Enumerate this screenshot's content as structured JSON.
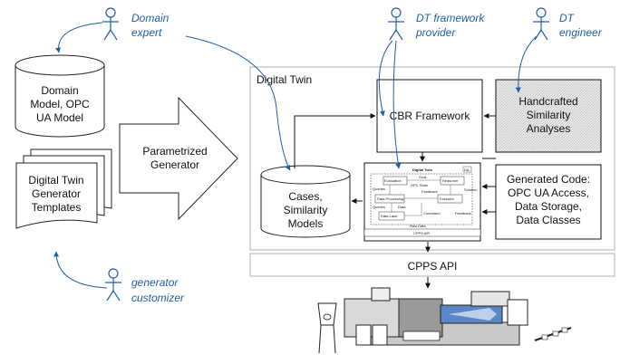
{
  "roles": {
    "domain_expert": [
      "Domain",
      "expert"
    ],
    "dt_framework_provider": [
      "DT framework",
      "provider"
    ],
    "dt_engineer": [
      "DT",
      "engineer"
    ],
    "generator_customizer": [
      "generator",
      "customizer"
    ]
  },
  "nodes": {
    "domain_model": [
      "Domain",
      "Model, OPC",
      "UA Model"
    ],
    "templates": [
      "Digital Twin",
      "Generator",
      "Templates"
    ],
    "generator": [
      "Parametrized",
      "Generator"
    ],
    "digital_twin": "Digital Twin",
    "cbr": "CBR Framework",
    "handcrafted": [
      "Handcrafted",
      "Similarity",
      "Analyses"
    ],
    "cases": [
      "Cases,",
      "Similarity",
      "Models"
    ],
    "generated_code": [
      "Generated Code:",
      "OPC UA Access,",
      "Data Storage,",
      "Data Classes"
    ],
    "cpps_api": "CPPS API"
  },
  "inner_diagram": {
    "title": "Digital Twin",
    "tag": "DA",
    "labels": [
      "Evaluation",
      "Goal",
      "Reasoner",
      "OPC State",
      "Queries",
      "Feedback",
      "Solution",
      "Data Processing",
      "Queries",
      "Data",
      "Executor",
      "Data Lake",
      "Command",
      "Feedback",
      "Raw Data",
      "CPPS API"
    ]
  },
  "colors": {
    "role_blue": "#1f5fa8",
    "hatch_gray": "#d9d9d9",
    "machine_blue": "#5b87c8"
  },
  "icons": [
    "person-icon",
    "cylinder-icon",
    "document-stack-icon",
    "arrow-icon",
    "machine-illustration"
  ]
}
